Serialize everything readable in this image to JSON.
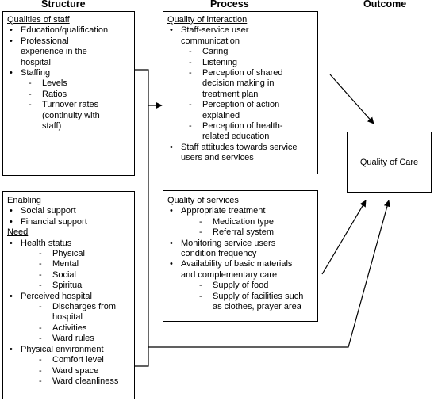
{
  "headers": {
    "structure": "Structure",
    "process": "Process",
    "outcome": "Outcome"
  },
  "structure_top": {
    "title": "Qualities of staff",
    "items": [
      {
        "level": 1,
        "text": "Education/qualification"
      },
      {
        "level": 1,
        "text": "Professional"
      },
      {
        "level": 1,
        "text": "experience in the",
        "cont": true
      },
      {
        "level": 1,
        "text": "hospital",
        "cont": true
      },
      {
        "level": 1,
        "text": "Staffing"
      },
      {
        "level": 2,
        "text": "Levels"
      },
      {
        "level": 2,
        "text": "Ratios"
      },
      {
        "level": 2,
        "text": "Turnover rates"
      },
      {
        "level": 2,
        "text": "(continuity with",
        "cont": true
      },
      {
        "level": 2,
        "text": "staff)",
        "cont": true
      }
    ]
  },
  "structure_bottom": {
    "sections": [
      {
        "title": "Enabling",
        "items": [
          {
            "level": 1,
            "text": "Social support"
          },
          {
            "level": 1,
            "text": "Financial support"
          }
        ]
      },
      {
        "title": "Need",
        "items": [
          {
            "level": 1,
            "text": "Health status"
          },
          {
            "level": 3,
            "text": "Physical"
          },
          {
            "level": 3,
            "text": "Mental"
          },
          {
            "level": 3,
            "text": "Social"
          },
          {
            "level": 3,
            "text": "Spiritual"
          },
          {
            "level": 1,
            "text": "Perceived hospital"
          },
          {
            "level": 3,
            "text": "Discharges from"
          },
          {
            "level": 3,
            "text": "hospital",
            "cont": true
          },
          {
            "level": 3,
            "text": "Activities"
          },
          {
            "level": 3,
            "text": "Ward rules"
          },
          {
            "level": 1,
            "text": "Physical environment"
          },
          {
            "level": 3,
            "text": "Comfort level"
          },
          {
            "level": 3,
            "text": "Ward space"
          },
          {
            "level": 3,
            "text": "Ward cleanliness"
          }
        ]
      }
    ]
  },
  "process_top": {
    "title": "Quality of interaction",
    "items": [
      {
        "level": 1,
        "text": "Staff-service user"
      },
      {
        "level": 1,
        "text": "communication",
        "cont": true
      },
      {
        "level": 2,
        "text": "Caring"
      },
      {
        "level": 2,
        "text": "Listening"
      },
      {
        "level": 2,
        "text": "Perception of shared"
      },
      {
        "level": 2,
        "text": "decision making in",
        "cont": true
      },
      {
        "level": 2,
        "text": "treatment plan",
        "cont": true
      },
      {
        "level": 2,
        "text": "Perception of action"
      },
      {
        "level": 2,
        "text": "explained",
        "cont": true
      },
      {
        "level": 2,
        "text": "Perception of health-"
      },
      {
        "level": 2,
        "text": "related education",
        "cont": true
      },
      {
        "level": 1,
        "text": "Staff attitudes towards service"
      },
      {
        "level": 1,
        "text": "users and services",
        "cont": true
      }
    ]
  },
  "process_bottom": {
    "title": "Quality of services",
    "items": [
      {
        "level": 1,
        "text": "Appropriate treatment"
      },
      {
        "level": 3,
        "text": "Medication type"
      },
      {
        "level": 3,
        "text": "Referral system"
      },
      {
        "level": 1,
        "text": "Monitoring service users"
      },
      {
        "level": 1,
        "text": "condition frequency",
        "cont": true
      },
      {
        "level": 1,
        "text": "Availability of basic materials"
      },
      {
        "level": 1,
        "text": "and complementary care",
        "cont": true
      },
      {
        "level": 3,
        "text": "Supply of food"
      },
      {
        "level": 3,
        "text": "Supply of facilities such"
      },
      {
        "level": 3,
        "text": "as clothes, prayer area",
        "cont": true
      }
    ]
  },
  "outcome": {
    "label": "Quality of Care"
  }
}
